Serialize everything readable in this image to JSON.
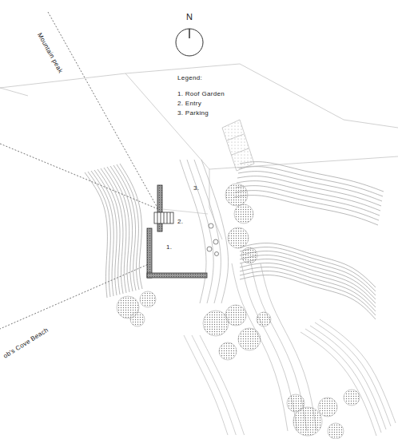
{
  "diagram": {
    "labels": [
      "N",
      "Mountain peak",
      "ob's Cove Beach",
      "3.",
      "2.",
      "1.",
      "Legend:"
    ],
    "legend": [
      {
        "text": "1. Roof Garden"
      },
      {
        "text": "2. Entry"
      },
      {
        "text": "3. Parking"
      }
    ]
  }
}
